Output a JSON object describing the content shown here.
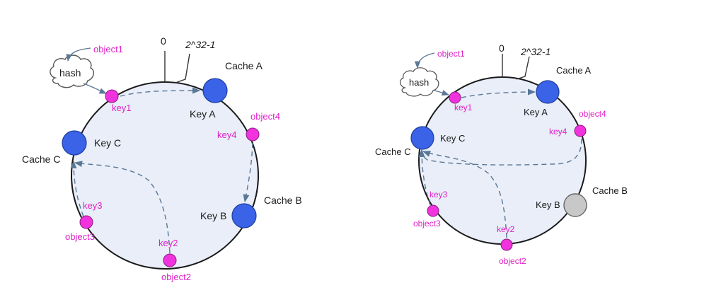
{
  "colors": {
    "cache_node": "#3a63e8",
    "cache_node_removed": "#c8c8c8",
    "object_node": "#f033dd",
    "label_pink": "#e020c8",
    "ring_fill": "#e9eef8",
    "arrow": "#5a7796"
  },
  "left": {
    "zero_label": "0",
    "max_label": "2^32-1",
    "hash_label": "hash",
    "object1": "object1",
    "key1": "key1",
    "cache_a": "Cache A",
    "key_a": "Key A",
    "object4": "object4",
    "key4": "key4",
    "cache_c": "Cache C",
    "key_c": "Key C",
    "key3": "key3",
    "object3": "object3",
    "key2": "key2",
    "object2": "object2",
    "cache_b": "Cache B",
    "key_b": "Key B"
  },
  "right": {
    "zero_label": "0",
    "max_label": "2^32-1",
    "hash_label": "hash",
    "object1": "object1",
    "key1": "key1",
    "cache_a": "Cache A",
    "key_a": "Key A",
    "object4": "object4",
    "key4": "key4",
    "cache_c": "Cache C",
    "key_c": "Key C",
    "key3": "key3",
    "object3": "object3",
    "key2": "key2",
    "object2": "object2",
    "cache_b": "Cache B",
    "key_b": "Key B"
  }
}
